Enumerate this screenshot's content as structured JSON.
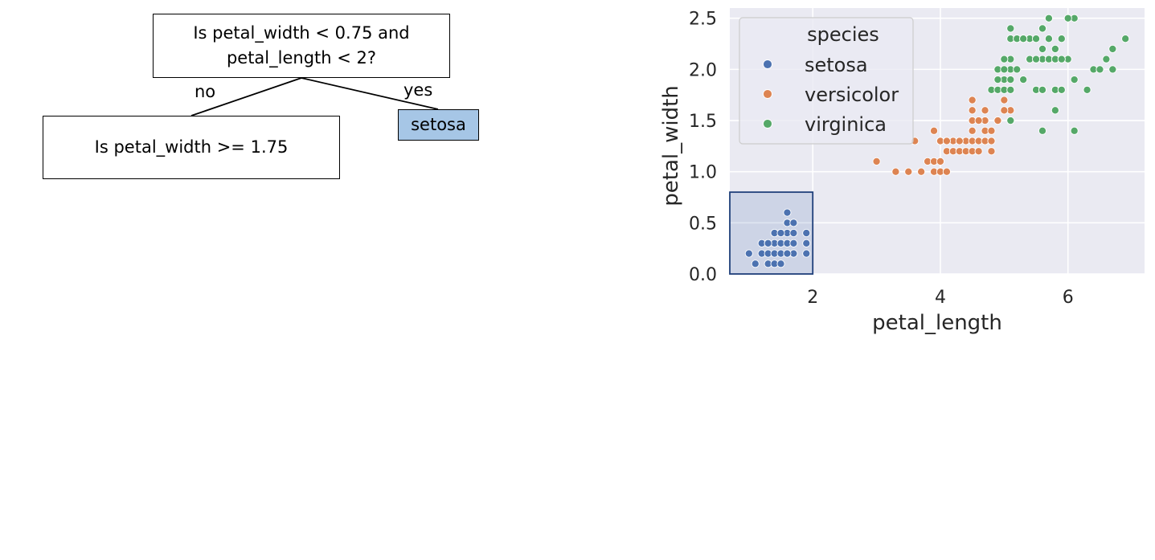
{
  "tree": {
    "root_line1": "Is petal_width < 0.75 and",
    "root_line2": "petal_length < 2?",
    "edge_no": "no",
    "edge_yes": "yes",
    "left_node": "Is petal_width >= 1.75",
    "leaf": "setosa",
    "leaf_color": "#a6c6e6"
  },
  "chart_data": {
    "type": "scatter",
    "xlabel": "petal_length",
    "ylabel": "petal_width",
    "xlim": [
      0.7,
      7.2
    ],
    "ylim": [
      0,
      2.6
    ],
    "xticks": [
      2,
      4,
      6
    ],
    "yticks": [
      0.0,
      0.5,
      1.0,
      1.5,
      2.0,
      2.5
    ],
    "grid": true,
    "legend_title": "species",
    "legend_placement": "top-left",
    "highlight_region": {
      "x": [
        0.7,
        2.0
      ],
      "y": [
        0,
        0.8
      ],
      "color": "#4c72b0"
    },
    "series": [
      {
        "name": "setosa",
        "color": "#4c72b0",
        "x": [
          1.0,
          1.1,
          1.2,
          1.3,
          1.4,
          1.5,
          1.6,
          1.7,
          1.9,
          1.2,
          1.3,
          1.4,
          1.5,
          1.6,
          1.7,
          1.9,
          1.3,
          1.4,
          1.5,
          1.6,
          1.7,
          1.9,
          1.4,
          1.5,
          1.6,
          1.7,
          1.6,
          1.7,
          1.6,
          1.3,
          1.4,
          1.5
        ],
        "y": [
          0.2,
          0.1,
          0.2,
          0.2,
          0.2,
          0.2,
          0.2,
          0.2,
          0.2,
          0.3,
          0.3,
          0.3,
          0.3,
          0.3,
          0.3,
          0.3,
          0.3,
          0.4,
          0.4,
          0.4,
          0.4,
          0.4,
          0.4,
          0.4,
          0.5,
          0.5,
          0.6,
          0.2,
          0.2,
          0.1,
          0.1,
          0.1
        ]
      },
      {
        "name": "versicolor",
        "color": "#dd8452",
        "x": [
          3.0,
          3.3,
          3.5,
          3.7,
          3.9,
          4.0,
          4.1,
          3.6,
          3.8,
          3.9,
          4.0,
          4.1,
          4.2,
          4.3,
          4.4,
          4.5,
          4.6,
          4.7,
          4.8,
          4.0,
          4.1,
          4.2,
          4.4,
          4.5,
          4.6,
          4.7,
          4.8,
          4.9,
          3.9,
          4.0,
          4.3,
          4.5,
          4.7,
          4.9,
          4.5,
          4.7,
          5.0,
          4.8,
          4.9,
          5.1,
          5.0,
          4.5,
          4.6,
          4.7,
          4.5,
          4.1
        ],
        "y": [
          1.1,
          1.0,
          1.0,
          1.0,
          1.0,
          1.0,
          1.0,
          1.3,
          1.1,
          1.1,
          1.1,
          1.2,
          1.2,
          1.2,
          1.2,
          1.2,
          1.2,
          1.3,
          1.2,
          1.3,
          1.3,
          1.3,
          1.3,
          1.3,
          1.3,
          1.3,
          1.3,
          1.5,
          1.4,
          1.3,
          1.3,
          1.4,
          1.4,
          1.5,
          1.5,
          1.5,
          1.7,
          1.4,
          1.5,
          1.6,
          1.6,
          1.7,
          1.5,
          1.6,
          1.6,
          1.3
        ]
      },
      {
        "name": "virginica",
        "color": "#55a868",
        "x": [
          4.8,
          4.9,
          5.0,
          5.1,
          5.0,
          5.1,
          4.9,
          5.1,
          5.3,
          5.0,
          5.1,
          5.2,
          4.9,
          5.0,
          5.1,
          5.2,
          5.4,
          5.5,
          5.6,
          5.7,
          5.8,
          6.0,
          5.7,
          5.8,
          5.9,
          5.6,
          5.4,
          5.5,
          5.6,
          5.7,
          6.1,
          5.1,
          5.2,
          5.3,
          5.5,
          5.6,
          5.8,
          5.9,
          6.1,
          6.4,
          6.7,
          6.3,
          6.6,
          6.7,
          6.0,
          5.6,
          5.7,
          5.6,
          6.9,
          5.1,
          6.1,
          5.8,
          5.1,
          5.8,
          5.9,
          5.3,
          6.5,
          5.6,
          5.6
        ],
        "y": [
          1.8,
          1.8,
          1.8,
          1.8,
          1.9,
          1.9,
          2.0,
          2.0,
          1.9,
          2.0,
          2.1,
          2.0,
          1.9,
          2.1,
          2.3,
          2.3,
          2.3,
          2.3,
          2.1,
          2.1,
          2.1,
          2.1,
          2.3,
          2.2,
          2.3,
          2.2,
          2.1,
          2.1,
          2.4,
          2.5,
          2.5,
          2.4,
          2.3,
          2.3,
          1.8,
          1.8,
          1.8,
          1.8,
          1.9,
          2.0,
          2.0,
          1.8,
          2.1,
          2.2,
          2.5,
          1.8,
          2.5,
          2.4,
          2.3,
          1.5,
          1.4,
          2.2,
          1.5,
          1.6,
          2.1,
          2.3,
          2.0,
          1.4,
          2.4
        ]
      }
    ]
  }
}
